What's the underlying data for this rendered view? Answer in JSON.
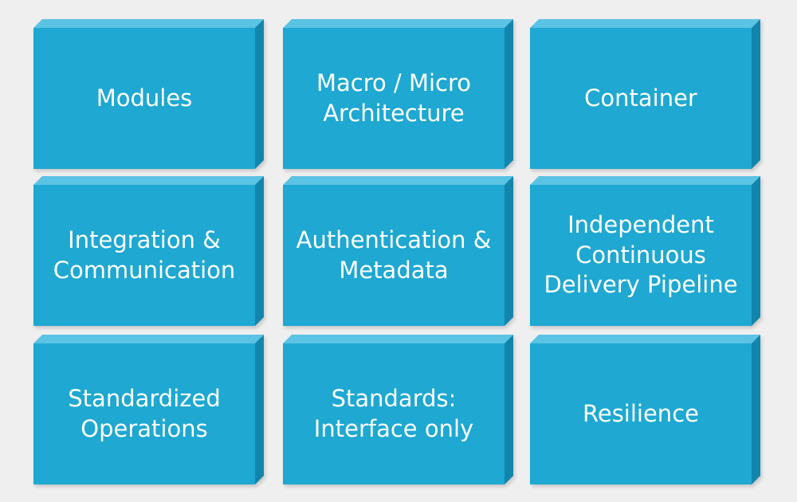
{
  "colors": {
    "face": "#1EA8D2",
    "bevel_top": "#5BC3E3",
    "bevel_right": "#1285AC",
    "text": "#FFFFFF",
    "canvas_bg": "#F0EFEF"
  },
  "grid": {
    "rows": 3,
    "cols": 3
  },
  "cells": [
    {
      "label": "Modules"
    },
    {
      "label": "Macro / Micro Architecture"
    },
    {
      "label": "Container"
    },
    {
      "label": "Integration & Communication"
    },
    {
      "label": "Authentication & Metadata"
    },
    {
      "label": "Independent Continuous Delivery Pipeline"
    },
    {
      "label": "Standardized Operations"
    },
    {
      "label": "Standards: Interface only"
    },
    {
      "label": "Resilience"
    }
  ]
}
